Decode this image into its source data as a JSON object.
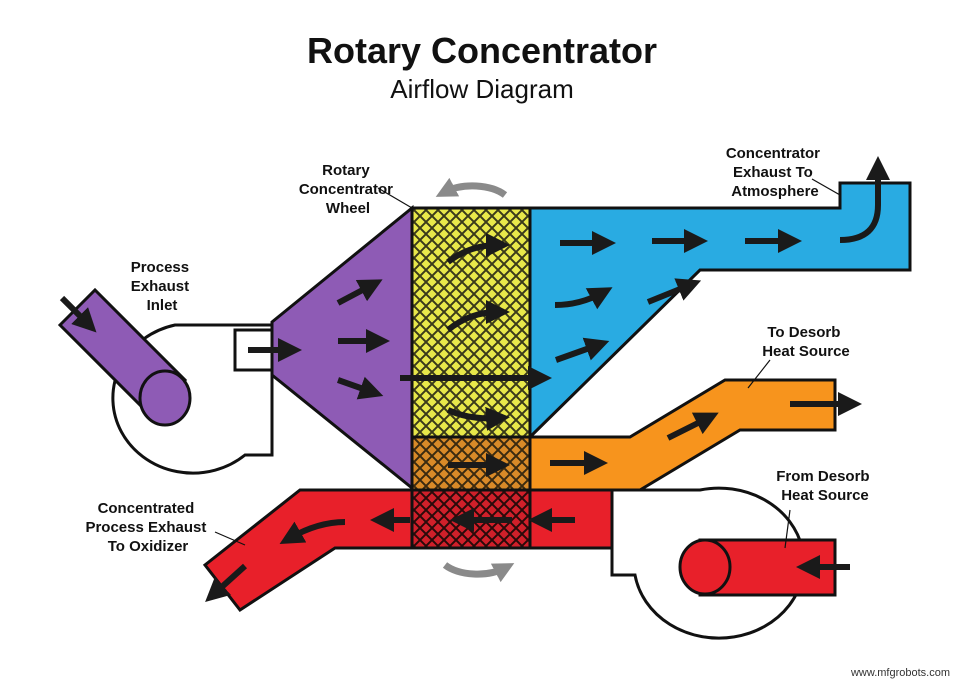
{
  "title": "Rotary Concentrator",
  "subtitle": "Airflow Diagram",
  "labels": {
    "wheel": [
      "Rotary",
      "Concentrator",
      "Wheel"
    ],
    "inlet": [
      "Process",
      "Exhaust",
      "Inlet"
    ],
    "exhaust": [
      "Concentrator",
      "Exhaust To",
      "Atmosphere"
    ],
    "to_desorb": [
      "To Desorb",
      "Heat Source"
    ],
    "from_desorb": [
      "From Desorb",
      "Heat Source"
    ],
    "oxidizer": [
      "Concentrated",
      "Process Exhaust",
      "To Oxidizer"
    ]
  },
  "watermark": "www.mfgrobots.com",
  "colors": {
    "process_purple": "#8e5bb5",
    "exhaust_blue": "#29abe2",
    "desorb_orange": "#f7941d",
    "oxidizer_red": "#e8202a",
    "wheel_yellow": "#e8e84a",
    "arrow": "#1a1a1a",
    "rotation_gray": "#8a8a8a"
  }
}
